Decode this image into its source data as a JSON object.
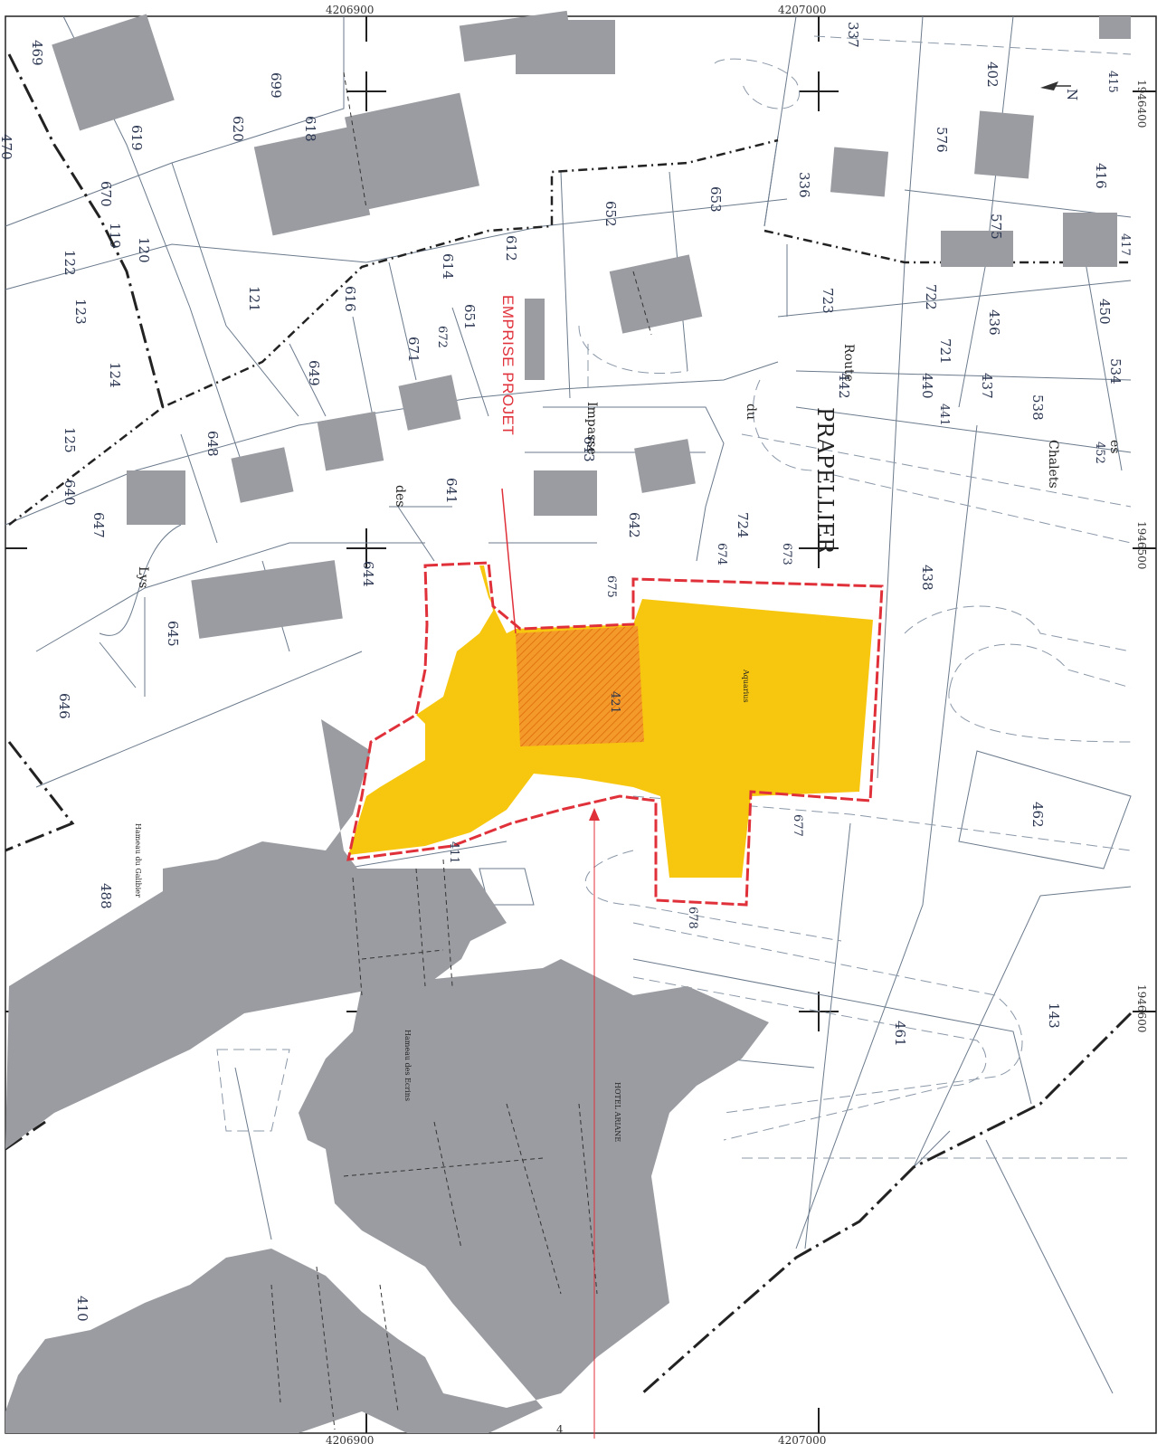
{
  "coordinates": {
    "x_top_left": "4206900",
    "x_top_right": "4207000",
    "x_bottom_left": "4206900",
    "x_bottom_right": "4207000",
    "y_top": "1946400",
    "y_middle": "1946500",
    "y_bottom": "1946600",
    "bottom_small": "4"
  },
  "labels": {
    "project": "EMPRISE PROJET",
    "locality": "PRAPELLIER",
    "route": "Route",
    "du": "du",
    "impasse": "Impasse",
    "des": "des",
    "lys": "Lys",
    "chalets": "Chalets",
    "es": "es",
    "aquarius": "Aquarius",
    "hameau_galibier": "Hameau du Galibier",
    "hameau_ecrins": "Hameau des Ecrins",
    "hotel": "HOTEL ARIANE",
    "north": "N"
  },
  "parcels": {
    "p469": "469",
    "p470": "470",
    "p699": "699",
    "p620": "620",
    "p618": "618",
    "p619": "619",
    "p670": "670",
    "p119": "119",
    "p120": "120",
    "p122": "122",
    "p123": "123",
    "p121": "121",
    "p124": "124",
    "p125": "125",
    "p640": "640",
    "p647": "647",
    "p648": "648",
    "p649": "649",
    "p616": "616",
    "p614": "614",
    "p612": "612",
    "p671": "671",
    "p672": "672",
    "p651": "651",
    "p652": "652",
    "p653": "653",
    "p336": "336",
    "p337": "337",
    "p402": "402",
    "p415": "415",
    "p576": "576",
    "p416": "416",
    "p575": "575",
    "p417": "417",
    "p723": "723",
    "p722": "722",
    "p436": "436",
    "p450": "450",
    "p721": "721",
    "p442": "442",
    "p440": "440",
    "p437": "437",
    "p534": "534",
    "p441": "441",
    "p538": "538",
    "p452": "452",
    "p643": "643",
    "p641": "641",
    "p642": "642",
    "p724": "724",
    "p674": "674",
    "p673": "673",
    "p675": "675",
    "p644": "644",
    "p645": "645",
    "p646": "646",
    "p421": "421",
    "p438": "438",
    "p462": "462",
    "p677": "677",
    "p678": "678",
    "p411": "411",
    "p488": "488",
    "p461": "461",
    "p143": "143",
    "p410": "410"
  },
  "colors": {
    "project_fill": "#f7c70f",
    "project_hatch": "#f08a1e",
    "project_outline": "#e0313a",
    "buildings": "#9a9ca1",
    "lines": "#6b7a8c"
  }
}
